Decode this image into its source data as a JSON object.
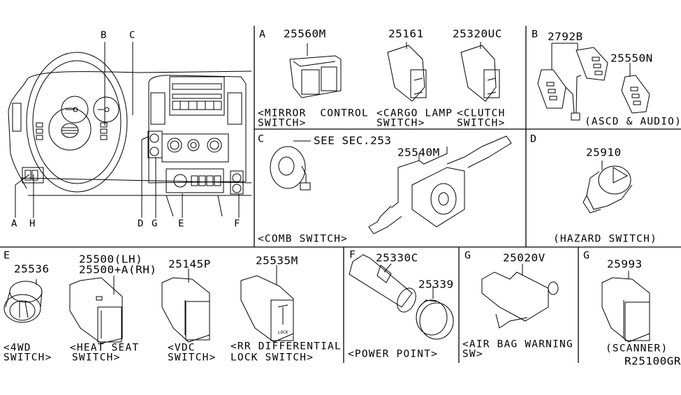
{
  "diagram": {
    "reference_code": "R25100GR",
    "overview": {
      "callouts": [
        "B",
        "C",
        "A",
        "H",
        "D",
        "G",
        "E",
        "F"
      ]
    },
    "sections": [
      {
        "letter": "A",
        "parts": [
          {
            "number": "25560M",
            "caption_line1": "<MIRROR  CONTROL",
            "caption_line2": "SWITCH>"
          },
          {
            "number": "25161",
            "caption_line1": "<CARGO LAMP",
            "caption_line2": "SWITCH>"
          },
          {
            "number": "25320UC",
            "caption_line1": "<CLUTCH",
            "caption_line2": "SWITCH>"
          }
        ]
      },
      {
        "letter": "B",
        "parts": [
          {
            "number": "2792B"
          },
          {
            "number": "25550N"
          }
        ],
        "caption": "(ASCD & AUDIO)"
      },
      {
        "letter": "C",
        "reference": "SEE SEC.253",
        "parts": [
          {
            "number": "25540M"
          }
        ],
        "caption": "<COMB SWITCH>"
      },
      {
        "letter": "D",
        "parts": [
          {
            "number": "25910"
          }
        ],
        "caption": "(HAZARD SWITCH)"
      },
      {
        "letter": "E",
        "parts": [
          {
            "number": "25536",
            "caption_line1": "<4WD",
            "caption_line2": "SWITCH>"
          },
          {
            "number_line1": "25500(LH)",
            "number_line2": "25500+A(RH)",
            "caption_line1": "<HEAT SEAT",
            "caption_line2": "SWITCH>"
          },
          {
            "number": "25145P",
            "caption_line1": "<VDC",
            "caption_line2": "SWITCH>"
          },
          {
            "number": "25535M",
            "caption_line1": "<RR DIFFERENTIAL",
            "caption_line2": "LOCK SWITCH>"
          }
        ]
      },
      {
        "letter": "F",
        "parts": [
          {
            "number": "25330C"
          },
          {
            "number": "25339"
          }
        ],
        "caption": "<POWER POINT>"
      },
      {
        "letter": "G",
        "parts": [
          {
            "number": "25020V"
          }
        ],
        "caption_line1": "<AIR BAG WARNING",
        "caption_line2": "SW>"
      },
      {
        "letter": "G",
        "parts": [
          {
            "number": "25993"
          }
        ],
        "caption": "(SCANNER)"
      }
    ]
  }
}
